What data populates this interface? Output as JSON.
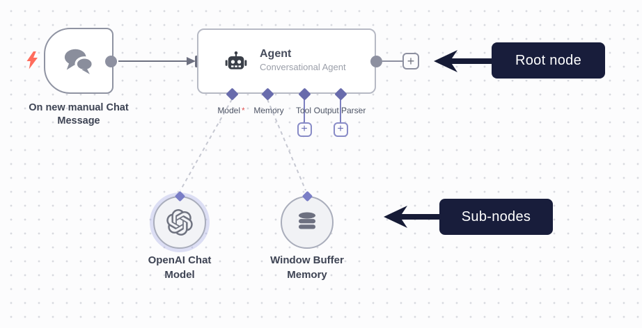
{
  "canvas": {
    "background": "#fcfcfd",
    "dot_color": "#d8d9df"
  },
  "trigger_node": {
    "label": "On new manual Chat Message",
    "icon": "chat-bubbles-icon",
    "badge_icon": "lightning-bolt-icon"
  },
  "agent_node": {
    "title": "Agent",
    "subtitle": "Conversational Agent",
    "icon": "robot-icon",
    "add_button_label": "+",
    "output_add_button_label": "+",
    "connectors": [
      {
        "label": "Model",
        "required": true,
        "required_marker": "*"
      },
      {
        "label": "Memory",
        "required": false
      },
      {
        "label": "Tool",
        "required": false,
        "has_add_button": true
      },
      {
        "label": "Output Parser",
        "required": false,
        "has_add_button": true
      }
    ]
  },
  "sub_nodes": [
    {
      "label": "OpenAI Chat Model",
      "icon": "openai-logo-icon",
      "selected": true
    },
    {
      "label": "Window Buffer Memory",
      "icon": "database-icon",
      "selected": false
    }
  ],
  "annotations": [
    {
      "label": "Root node"
    },
    {
      "label": "Sub-nodes"
    }
  ],
  "colors": {
    "annotation_bg": "#181d3b",
    "annotation_arrow": "#161b36",
    "connector_purple": "#686bac",
    "wire_gray": "#6d7080",
    "dashed_gray": "#c6c8d2",
    "required_red": "#e05252",
    "bolt_red": "#ff6c5c",
    "node_label_color": "#3e4454"
  }
}
